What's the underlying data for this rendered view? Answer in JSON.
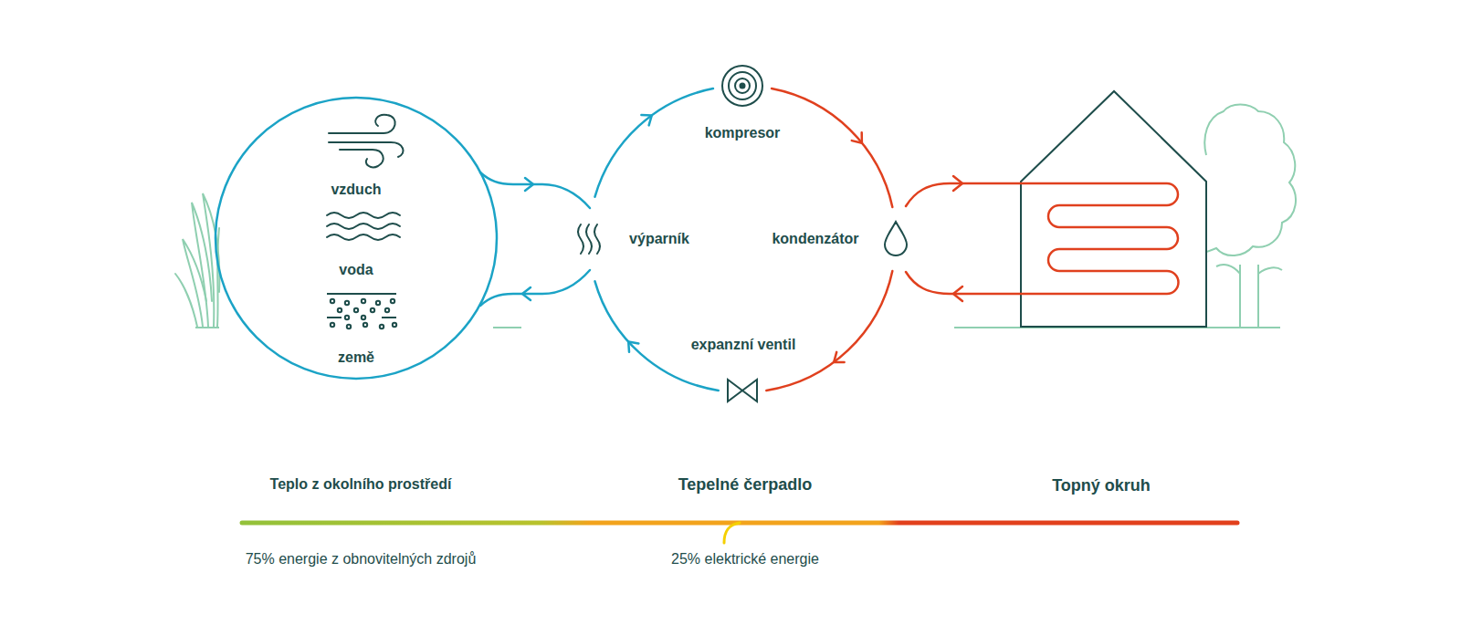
{
  "diagram": {
    "nodes": [
      {
        "text": [
          "vzduch",
          "voda",
          "země"
        ]
      },
      {
        "text": [
          "výparník"
        ]
      },
      {
        "text": [
          "kompresor"
        ]
      },
      {
        "text": [
          "kondenzátor"
        ]
      },
      {
        "text": [
          "expanzní ventil"
        ]
      }
    ],
    "edges": [
      {
        "from": 0,
        "to": 1,
        "arrow": "to"
      },
      {
        "from": 1,
        "to": 0,
        "arrow": "to"
      },
      {
        "from": 1,
        "to": 2,
        "arrow": "to"
      },
      {
        "from": 2,
        "to": 3,
        "arrow": "to"
      },
      {
        "from": 3,
        "to": 4,
        "arrow": "to"
      },
      {
        "from": 4,
        "to": 1,
        "arrow": "to"
      }
    ],
    "labels": [
      "Teplo z okolního prostředí",
      "Tepelné čerpadlo",
      "Topný okruh",
      "75% energie z obnovitelných zdrojů",
      "25% elektrické energie"
    ]
  }
}
